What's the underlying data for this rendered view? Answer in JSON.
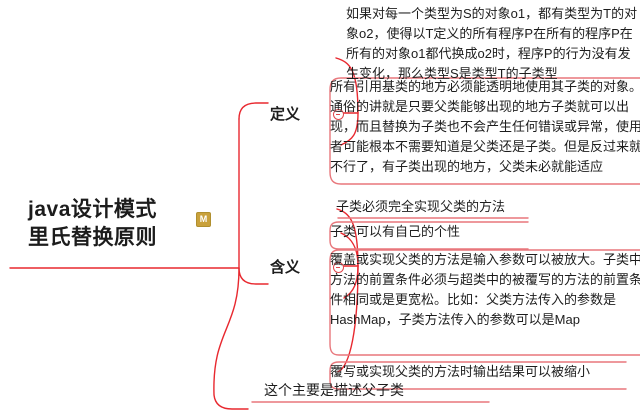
{
  "theme": {
    "line_color": "#e8282f",
    "box_border": "#e8777c",
    "box_fill": "#fdf8f8",
    "text_color": "#1d1d1d",
    "badge_color": "#c9a13b",
    "canvas_bg": "#ffffff"
  },
  "root": {
    "line1": "java设计模式",
    "line2": "里氏替换原则",
    "badge": "M"
  },
  "branches": [
    {
      "label": "定义",
      "collapse_icon": "collapse-minus-icon",
      "leaves": [
        {
          "style": "naked",
          "text": "如果对每一个类型为S的对象o1，都有类型为T的对象o2，使得以T定义的所有程序P在所有的程序P在所有的对象o1都代换成o2时，程序P的行为没有发生变化，那么类型S是类型T的子类型"
        },
        {
          "style": "boxed",
          "text": "所有引用基类的地方必须能透明地使用其子类的对象。通俗的讲就是只要父类能够出现的地方子类就可以出现，而且替换为子类也不会产生任何错误或异常，使用者可能根本不需要知道是父类还是子类。但是反过来就不行了，有子类出现的地方，父类未必就能适应"
        }
      ]
    },
    {
      "label": "含义",
      "collapse_icon": "collapse-minus-icon",
      "leaves": [
        {
          "style": "plain",
          "text": "子类必须完全实现父类的方法"
        },
        {
          "style": "boxed",
          "text": "子类可以有自己的个性"
        },
        {
          "style": "boxed",
          "text": "覆盖或实现父类的方法是输入参数可以被放大。子类中方法的前置条件必须与超类中的被覆写的方法的前置条件相同或是更宽松。比如：父类方法传入的参数是HashMap，子类方法传入的参数可以是Map"
        },
        {
          "style": "boxed",
          "text": "覆写或实现父类的方法时输出结果可以被缩小"
        }
      ]
    },
    {
      "label": "这个主要是描述父子类",
      "collapse_icon": "",
      "leaves": []
    }
  ]
}
